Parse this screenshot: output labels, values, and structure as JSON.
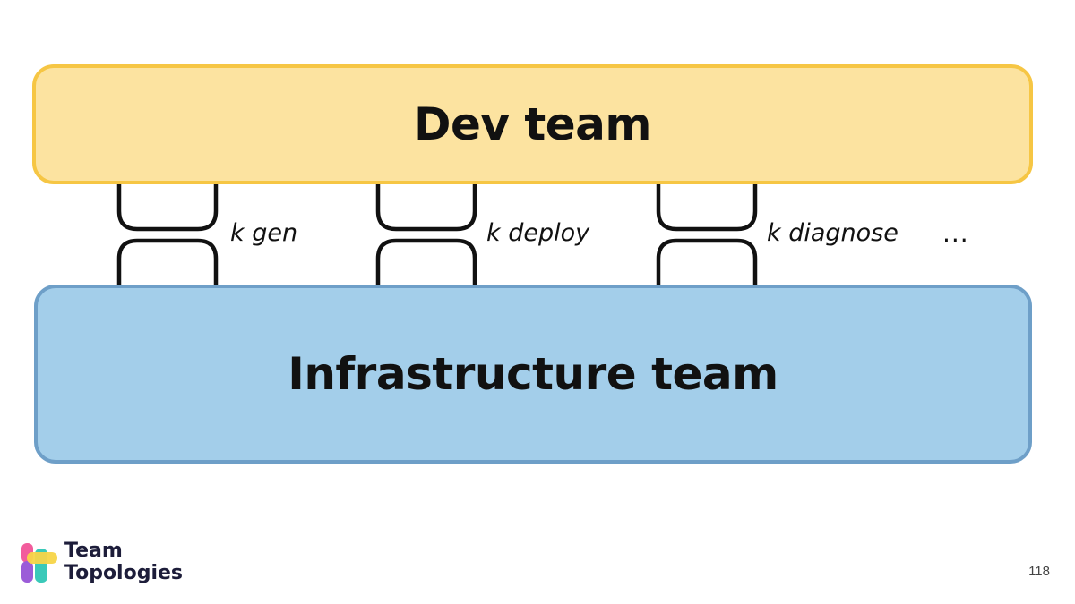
{
  "dev_box": {
    "label": "Dev team"
  },
  "infra_box": {
    "label": "Infrastructure team"
  },
  "connectors": [
    {
      "label": "k gen"
    },
    {
      "label": "k deploy"
    },
    {
      "label": "k diagnose"
    }
  ],
  "more_indicator": "...",
  "logo": {
    "line1": "Team",
    "line2": "Topologies"
  },
  "page_number": "118",
  "colors": {
    "dev_fill": "#FCE3A0",
    "dev_border": "#F6C644",
    "infra_fill": "#A3CEEA",
    "infra_border": "#6E9FC8",
    "connector_stroke": "#111111"
  }
}
